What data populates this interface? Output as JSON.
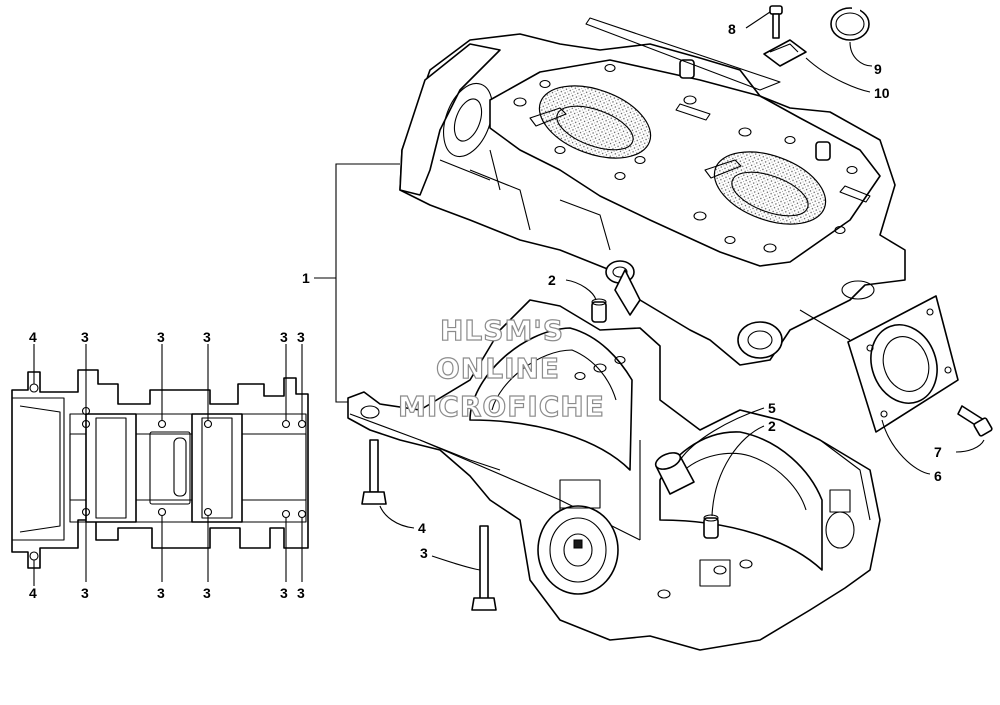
{
  "diagram": {
    "callouts": {
      "c1": "1",
      "c2_top": "2",
      "c2_right": "2",
      "c3_bolt": "3",
      "c4_bolt": "4",
      "c5": "5",
      "c6": "6",
      "c7": "7",
      "c8": "8",
      "c9": "9",
      "c10": "10"
    },
    "top_view": {
      "top_labels": [
        "4",
        "3",
        "3",
        "3",
        "3",
        "3"
      ],
      "bottom_labels": [
        "4",
        "3",
        "3",
        "3",
        "3",
        "3"
      ]
    },
    "watermark": [
      "HLSM'S",
      "ONLINE",
      "MICROFICHE"
    ]
  }
}
